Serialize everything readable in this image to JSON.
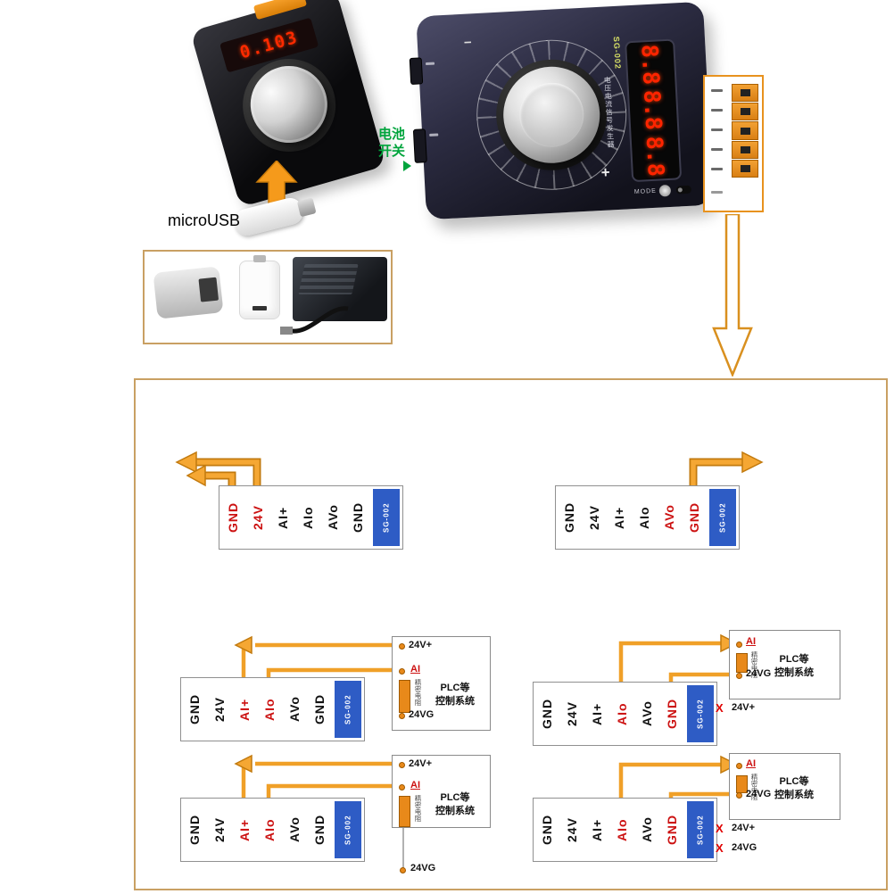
{
  "top_section": {
    "micro_usb_label": "microUSB",
    "battery_switch_label": "电池\n开关",
    "small_device": {
      "display_value": "0.103"
    },
    "large_device": {
      "display_segments": [
        "8.8",
        "8.8",
        "8.8"
      ],
      "model_label": "SG-002",
      "side_label": "电压电流信号发生器",
      "mode_label": "MODE",
      "plus_label": "+",
      "minus_label": "−"
    }
  },
  "wiring": {
    "strips": [
      {
        "tag": "SG-002",
        "terminals": [
          {
            "label": "GND",
            "color": "red"
          },
          {
            "label": "24V",
            "color": "red"
          },
          {
            "label": "AI+",
            "color": "black"
          },
          {
            "label": "AIo",
            "color": "black"
          },
          {
            "label": "AVo",
            "color": "black"
          },
          {
            "label": "GND",
            "color": "black"
          }
        ]
      },
      {
        "tag": "SG-002",
        "terminals": [
          {
            "label": "GND",
            "color": "black"
          },
          {
            "label": "24V",
            "color": "black"
          },
          {
            "label": "AI+",
            "color": "black"
          },
          {
            "label": "AIo",
            "color": "black"
          },
          {
            "label": "AVo",
            "color": "red"
          },
          {
            "label": "GND",
            "color": "red"
          }
        ]
      },
      {
        "tag": "SG-002",
        "terminals": [
          {
            "label": "GND",
            "color": "black"
          },
          {
            "label": "24V",
            "color": "black"
          },
          {
            "label": "AI+",
            "color": "red"
          },
          {
            "label": "AIo",
            "color": "red"
          },
          {
            "label": "AVo",
            "color": "black"
          },
          {
            "label": "GND",
            "color": "black"
          }
        ]
      },
      {
        "tag": "SG-002",
        "terminals": [
          {
            "label": "GND",
            "color": "black"
          },
          {
            "label": "24V",
            "color": "black"
          },
          {
            "label": "AI+",
            "color": "black"
          },
          {
            "label": "AIo",
            "color": "red"
          },
          {
            "label": "AVo",
            "color": "black"
          },
          {
            "label": "GND",
            "color": "red"
          }
        ]
      },
      {
        "tag": "SG-002",
        "terminals": [
          {
            "label": "GND",
            "color": "black"
          },
          {
            "label": "24V",
            "color": "black"
          },
          {
            "label": "AI+",
            "color": "red"
          },
          {
            "label": "AIo",
            "color": "red"
          },
          {
            "label": "AVo",
            "color": "black"
          },
          {
            "label": "GND",
            "color": "black"
          }
        ]
      },
      {
        "tag": "SG-002",
        "terminals": [
          {
            "label": "GND",
            "color": "black"
          },
          {
            "label": "24V",
            "color": "black"
          },
          {
            "label": "AI+",
            "color": "black"
          },
          {
            "label": "AIo",
            "color": "red"
          },
          {
            "label": "AVo",
            "color": "black"
          },
          {
            "label": "GND",
            "color": "red"
          }
        ]
      }
    ],
    "plc": {
      "v24p": "24V+",
      "ai": "AI",
      "resistor": "精密电阻",
      "v24g": "24VG",
      "system_line1": "PLC等",
      "system_line2": "控制系统",
      "x_mark": "X"
    }
  }
}
